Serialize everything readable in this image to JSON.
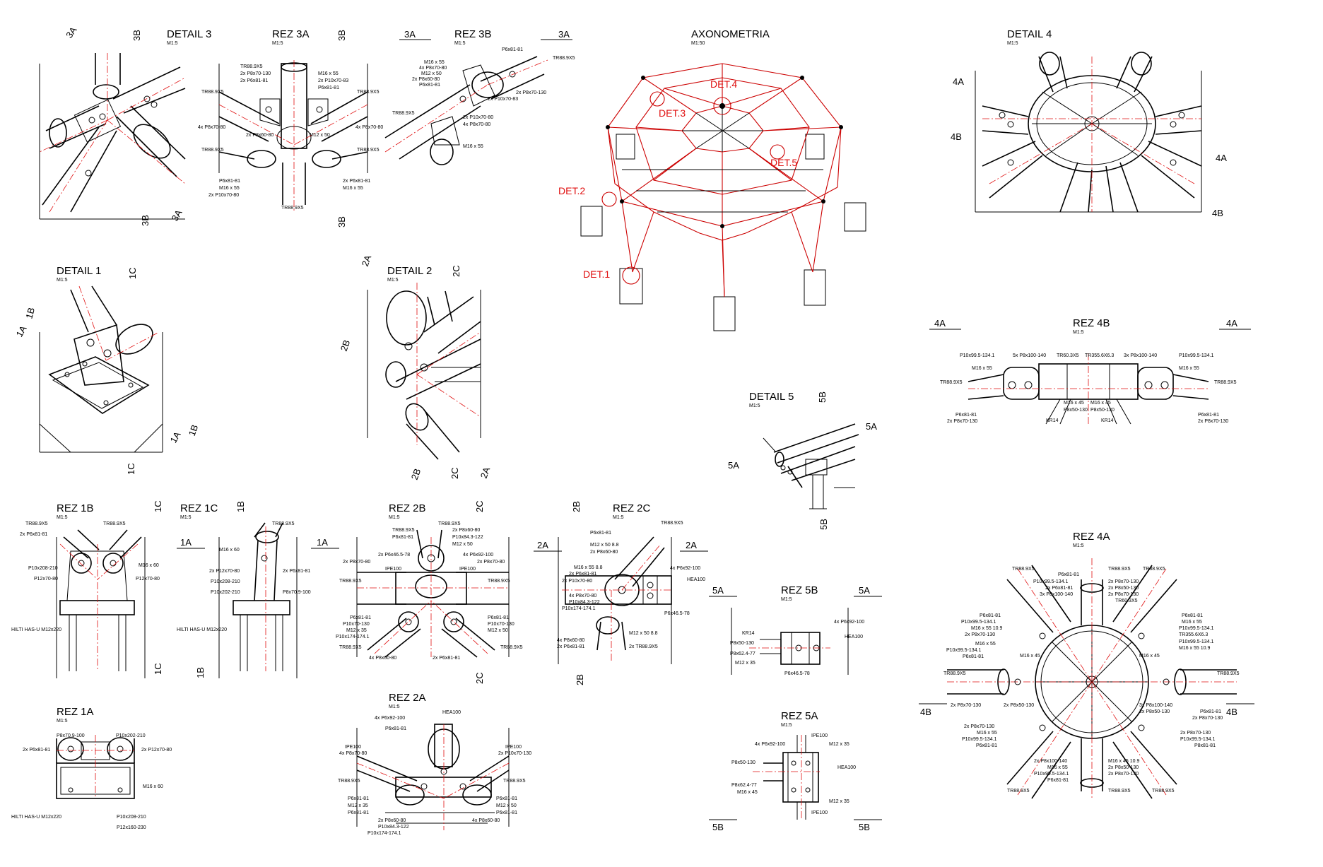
{
  "sheet": {
    "panels": [
      {
        "id": "det3",
        "title": "DETAIL 3",
        "scale": "M1:5",
        "markers": [
          "3A",
          "3B",
          "3B",
          "3A"
        ]
      },
      {
        "id": "rez3a",
        "title": "REZ 3A",
        "scale": "M1:5",
        "markers": [
          "3B",
          "3B"
        ],
        "labels": [
          "TR88.9X5",
          "2x P8x70-130",
          "2x P6x81-81",
          "TR88.9X5",
          "M16 x 55",
          "2x P10x70-83",
          "P6x81-81",
          "TR88.9X5",
          "4x P8x70-80",
          "2x P8x60-80",
          "M12 x 50",
          "4x P8x70-80",
          "TR88.9X5",
          "TR88.9X5",
          "P6x81-81",
          "M16 x 55",
          "2x P10x70-80",
          "2x P6x81-81",
          "M16 x 55",
          "TR88.9X5"
        ]
      },
      {
        "id": "rez3b",
        "title": "REZ 3B",
        "scale": "M1:5",
        "markers": [
          "3A",
          "3A"
        ],
        "labels": [
          "P6x81-81",
          "TR88.9X5",
          "M16 x 55",
          "4x P8x70-80",
          "M12 x 50",
          "2x P8x60-80",
          "P6x81-81",
          "2x P8x70-130",
          "2x P10x70-83",
          "TR88.9X5",
          "2x P10x70-80",
          "4x P8x70-80",
          "M16 x 55"
        ]
      },
      {
        "id": "axo",
        "title": "AXONOMETRIA",
        "scale": "M1:50",
        "callouts": [
          "DET.4",
          "DET.3",
          "DET.5",
          "DET.2",
          "DET.1"
        ]
      },
      {
        "id": "det4",
        "title": "DETAIL 4",
        "scale": "M1:5",
        "markers": [
          "4A",
          "4B",
          "4A",
          "4B"
        ]
      },
      {
        "id": "det1",
        "title": "DETAIL 1",
        "scale": "M1:5",
        "markers": [
          "1C",
          "1B",
          "1A",
          "1A",
          "1B",
          "1C"
        ]
      },
      {
        "id": "det2",
        "title": "DETAIL 2",
        "scale": "M1:5",
        "markers": [
          "2A",
          "2C",
          "2B",
          "2B",
          "2C",
          "2A"
        ]
      },
      {
        "id": "rez4b",
        "title": "REZ 4B",
        "scale": "M1:5",
        "markers": [
          "4A",
          "4A"
        ],
        "labels": [
          "P10x99.5-134.1",
          "5x P8x100-140",
          "TR60.3X5",
          "TR355.6X6.3",
          "3x P8x100-140",
          "P10x99.5-134.1",
          "M16 x 55",
          "M16 x 55",
          "TR88.9X5",
          "TR88.9X5",
          "M16 x 45",
          "M16 x 45",
          "P8x50-130",
          "P8x50-130",
          "P6x81-81",
          "P6x81-81",
          "2x P8x70-130",
          "2x P8x70-130",
          "KR14",
          "KR14"
        ]
      },
      {
        "id": "det5",
        "title": "DETAIL 5",
        "scale": "M1:5",
        "markers": [
          "5B",
          "5A",
          "5A",
          "5B"
        ]
      },
      {
        "id": "rez1b",
        "title": "REZ 1B",
        "scale": "M1:5",
        "markers": [
          "1C",
          "1C"
        ],
        "labels": [
          "TR88.9X5",
          "TR88.9X5",
          "2x P6x81-81",
          "M16 x 60",
          "P10x208-210",
          "P12x70-80",
          "P12x70-80",
          "HILTI HAS-U M12x220"
        ]
      },
      {
        "id": "rez1c",
        "title": "REZ 1C",
        "scale": "M1:5",
        "markers": [
          "1B",
          "1A",
          "1A",
          "1B"
        ],
        "labels": [
          "TR88.9X5",
          "M16 x 60",
          "2x P12x70-80",
          "2x P6x81-81",
          "P10x208-210",
          "P10x202-210",
          "P8x70.9-100",
          "HILTI HAS-U M12x220"
        ]
      },
      {
        "id": "rez2b",
        "title": "REZ 2B",
        "scale": "M1:5",
        "markers": [
          "2C",
          "2C"
        ],
        "labels": [
          "TR88.9X5",
          "P6x81-81",
          "TR88.9X5",
          "2x P8x60-80",
          "P10x84.3-122",
          "M12 x 50",
          "2x P6x46.5-78",
          "4x P6x92-100",
          "2x P8x70-80",
          "2x P8x70-80",
          "IPE100",
          "IPE100",
          "TR88.9X5",
          "TR88.9X5",
          "P6x81-81",
          "P10x70-130",
          "M12 x 35",
          "P10x174-174.1",
          "P6x81-81",
          "P10x70-130",
          "M12 x 50",
          "TR88.9X5",
          "4x P8x60-80",
          "2x P6x81-81",
          "TR88.9X5"
        ]
      },
      {
        "id": "rez2c",
        "title": "REZ 2C",
        "scale": "M1:5",
        "markers": [
          "2B",
          "2A",
          "2A",
          "2B"
        ],
        "labels": [
          "TR88.9X5",
          "P6x81-81",
          "M12 x 50 8.8",
          "2x P8x60-80",
          "M16 x 55 8.8",
          "2x P6x81-81",
          "2x P10x70-80",
          "4x P6x92-100",
          "HEA100",
          "4x P8x70-80",
          "P10x84.3-122",
          "P10x174-174.1",
          "P6x46.5-78",
          "M12 x 50 8.8",
          "4x P8x60-80",
          "2x P6x81-81",
          "2x TR88.9X5"
        ]
      },
      {
        "id": "rez5b",
        "title": "REZ 5B",
        "scale": "M1:5",
        "markers": [
          "5A",
          "5A"
        ],
        "labels": [
          "4x P6x92-100",
          "KR14",
          "HEA100",
          "P8x50-130",
          "P8x62.4-77",
          "M12 x 35",
          "P6x46.5-78"
        ]
      },
      {
        "id": "rez4a",
        "title": "REZ 4A",
        "scale": "M1:5",
        "markers": [
          "4B",
          "4B"
        ],
        "labels": [
          "TR88.9X5",
          "TR88.9X5",
          "TR88.9X5",
          "P6x81-81",
          "2x P8x70-130",
          "P10x99.5-134.1",
          "2x P8x50-130",
          "2x P6x81-81",
          "2x P8x70-130",
          "3x P8x100-140",
          "TR60.3X5",
          "P6x81-81",
          "P6x81-81",
          "P10x99.5-134.1",
          "M16 x 55",
          "M16 x 55 10.9",
          "P10x99.5-134.1",
          "2x P8x70-130",
          "M16 x 45",
          "TR355.6X6.3",
          "M16 x 55",
          "P10x99.5-134.1",
          "M16 x 45",
          "P10x99.5-134.1",
          "M16 x 55 10.9",
          "P6x81-81",
          "TR88.9X5",
          "TR88.9X5",
          "2x P8x70-130",
          "2x P8x50-130",
          "3x P8x100-140",
          "2x P8x50-130",
          "P6x81-81",
          "2x P8x70-130",
          "2x P8x70-130",
          "M16 x 55",
          "2x P8x70-130",
          "P10x99.5-134.1",
          "P10x99.5-134.1",
          "P6x81-81",
          "P8x81-81",
          "2x P8x100-140",
          "M16 x 45 10.9",
          "M16 x 55",
          "2x P8x50-130",
          "P10x99.5-134.1",
          "2x P8x70-130",
          "P6x81-81",
          "TR88.9X5",
          "TR88.9X5",
          "TR88.9X5"
        ]
      },
      {
        "id": "rez1a",
        "title": "REZ 1A",
        "scale": "M1:5",
        "labels": [
          "P8x70.9-100",
          "P10x202-210",
          "2x P6x81-81",
          "2x P12x70-80",
          "M16 x 60",
          "HILTI HAS-U M12x220",
          "P10x208-210",
          "P12x160-230"
        ]
      },
      {
        "id": "rez2a",
        "title": "REZ 2A",
        "scale": "M1:5",
        "labels": [
          "4x P6x92-100",
          "HEA100",
          "P6x81-81",
          "IPE100",
          "4x P8x70-80",
          "IPE100",
          "2x P10x70-130",
          "TR88.9X5",
          "TR88.9X5",
          "P6x81-81",
          "M12 x 35",
          "P6x81-81",
          "P6x81-81",
          "M12 x 50",
          "P6x81-81",
          "2x P8x60-80",
          "4x P8x60-80",
          "P10x84.3-122",
          "P10x174-174.1"
        ]
      },
      {
        "id": "rez5a",
        "title": "REZ 5A",
        "scale": "M1:5",
        "markers": [
          "5B",
          "5B"
        ],
        "labels": [
          "IPE100",
          "4x P6x92-100",
          "M12 x 35",
          "P8x50-130",
          "HEA100",
          "P8x62.4-77",
          "M16 x 45",
          "M12 x 35",
          "IPE100"
        ]
      }
    ]
  }
}
